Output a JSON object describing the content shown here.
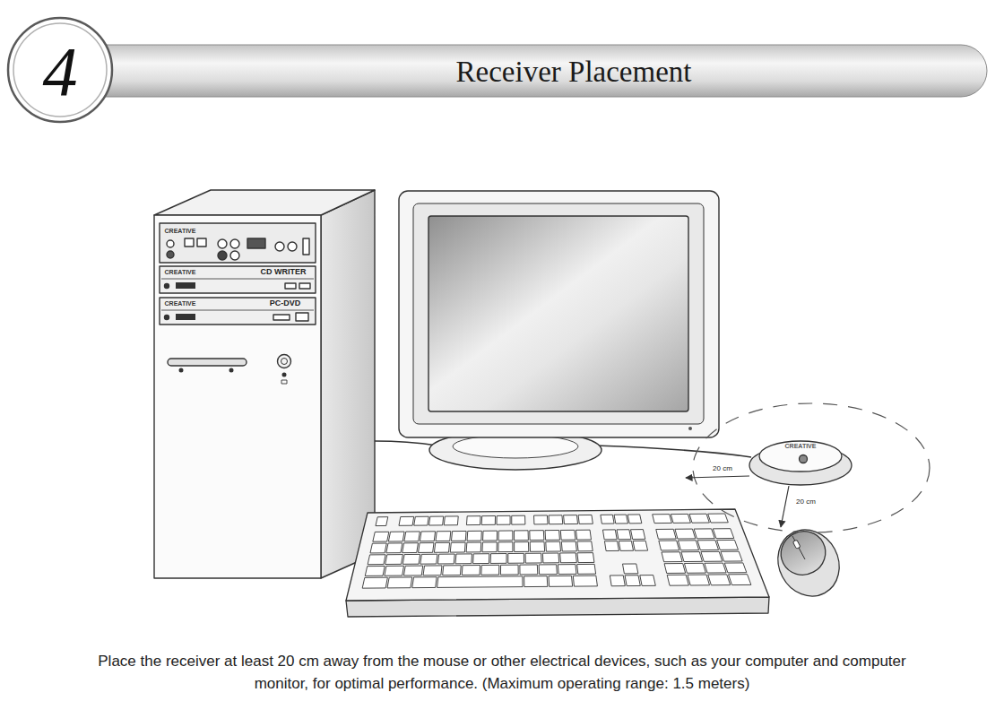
{
  "diagram": {
    "title": "Receiver Placement",
    "caption": "Place the receiver at least 20 cm away from the mouse or other electrical devices, such as your computer and computer monitor, for optimal performance. (Maximum operating range: 1.5 meters)",
    "labels": [
      "4",
      "CREATIVE",
      "CREATIVE",
      "CD WRITER",
      "CREATIVE",
      "PC-DVD",
      "CREATIVE",
      "20 cm",
      "20 cm"
    ]
  }
}
